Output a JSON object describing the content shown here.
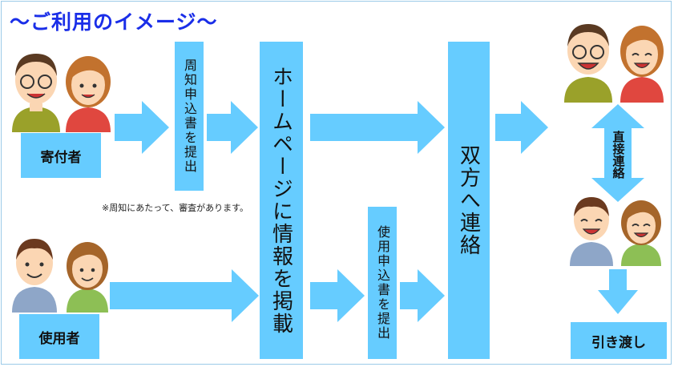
{
  "title": "～ご利用のイメージ～",
  "boxes": {
    "donor": "寄付者",
    "user": "使用者",
    "notice_application": "周知申込書を提出",
    "homepage": "ホームページに情報を掲載",
    "use_application": "使用申込書を提出",
    "contact_both": "双方へ連絡",
    "handover": "引き渡し"
  },
  "direct_contact": "直接連絡",
  "note": "※周知にあたって、審査があります。",
  "colors": {
    "box": "#66ccff",
    "title": "#1a2ee8",
    "skin": "#fbd6b3",
    "hair": "#5a3a22"
  }
}
